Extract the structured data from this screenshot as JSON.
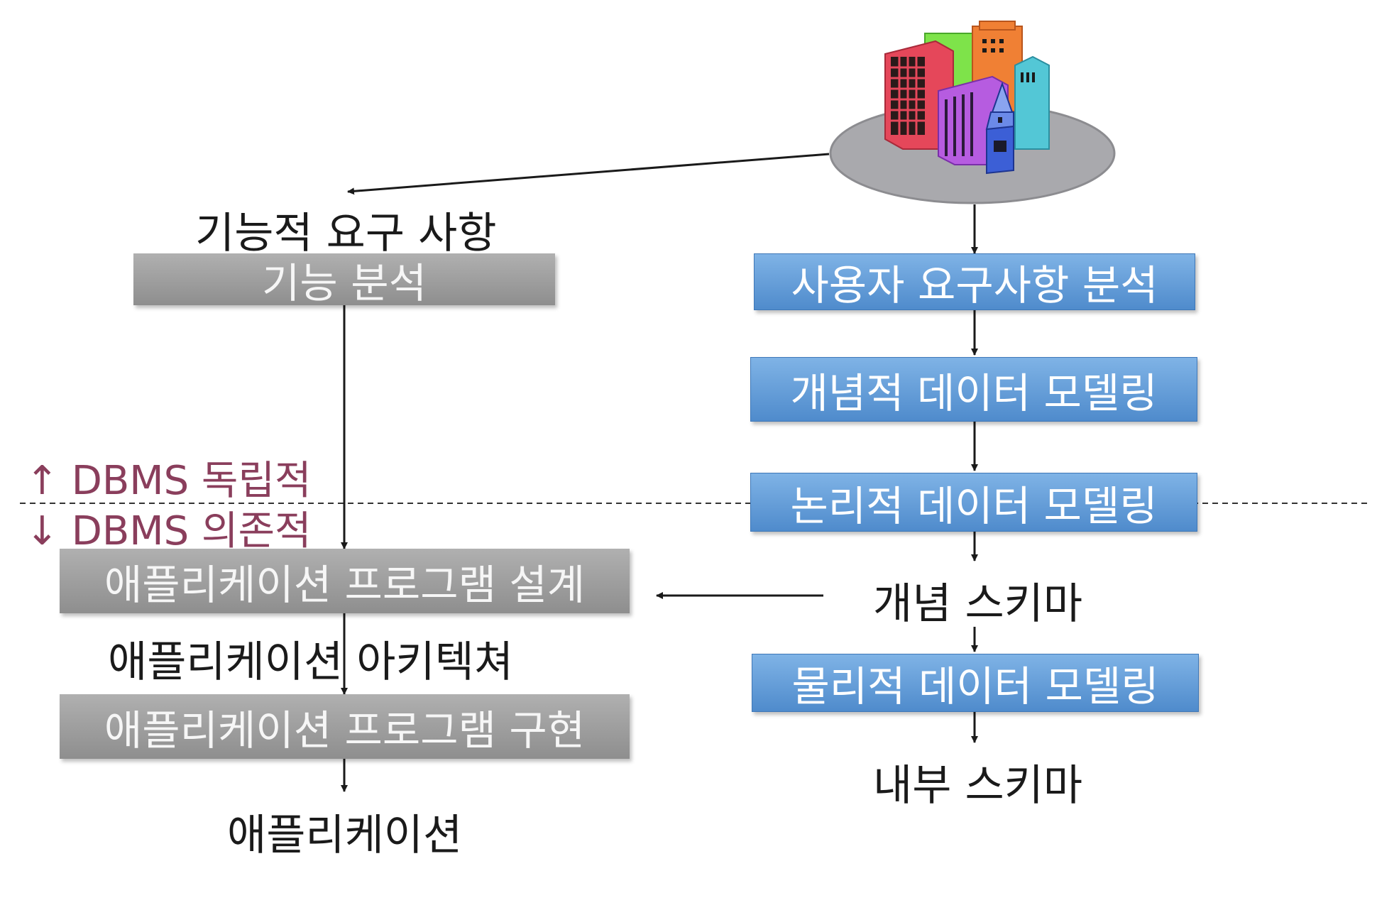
{
  "colors": {
    "gray_box": "#9d9d9d",
    "blue_box": "#5f9ad6",
    "dbms_label": "#8a3e5c",
    "line": "#1a1a1a"
  },
  "icons": {
    "top_right": "city-buildings-icon"
  },
  "left": {
    "requirements_label": "기능적 요구 사항",
    "function_analysis": "기능 분석",
    "app_design": "애플리케이션 프로그램 설계",
    "app_architecture": "애플리케이션 아키텍쳐",
    "app_implementation": "애플리케이션 프로그램 구현",
    "application": "애플리케이션"
  },
  "divider": {
    "independent": "↑ DBMS 독립적",
    "dependent": "↓ DBMS 의존적"
  },
  "right": {
    "user_requirements": "사용자 요구사항 분석",
    "conceptual_modeling": "개념적 데이터 모델링",
    "logical_modeling": "논리적 데이터 모델링",
    "conceptual_schema": "개념 스키마",
    "physical_modeling": "물리적 데이터 모델링",
    "internal_schema": "내부 스키마"
  }
}
